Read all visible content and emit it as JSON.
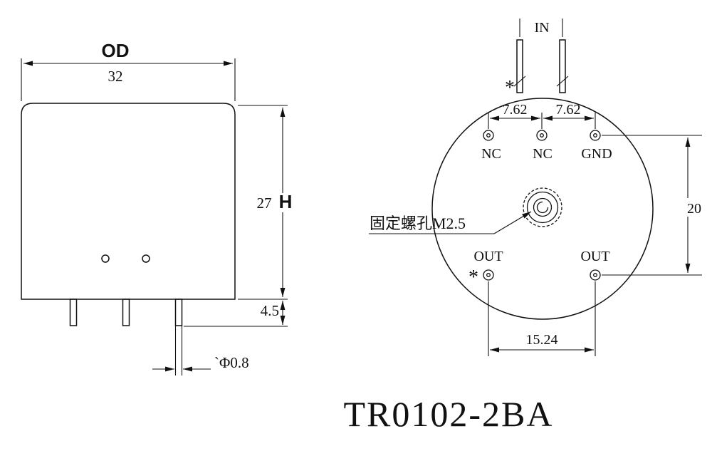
{
  "title": "TR0102-2BA",
  "side_view": {
    "od_label": "OD",
    "width": "32",
    "height": "27",
    "height_label": "H",
    "pin_length": "4.5",
    "pin_diameter": "`Φ0.8"
  },
  "bottom_view": {
    "in_label": "IN",
    "star_top": "*",
    "pitch_left": "7.62",
    "pitch_right": "7.62",
    "hole_labels": [
      "NC",
      "NC",
      "GND"
    ],
    "mount_label": "固定螺孔M2.5",
    "out_left": "OUT",
    "out_right": "OUT",
    "star_bottom": "*",
    "row_pitch": "20",
    "out_pitch": "15.24"
  }
}
